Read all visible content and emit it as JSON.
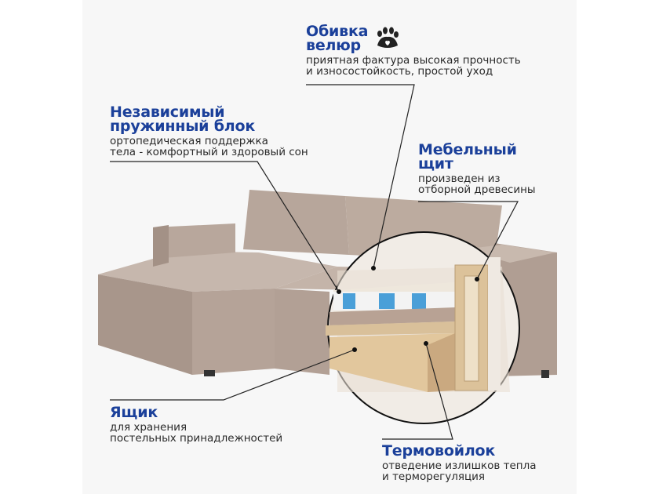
{
  "callouts": {
    "upholstery": {
      "title_1": "Обивка",
      "title_2": "велюр",
      "desc_1": "приятная фактура высокая прочность",
      "desc_2": "и износостойкость, простой уход",
      "icon": "paw-icon"
    },
    "springs": {
      "title_1": "Независимый",
      "title_2": "пружинный блок",
      "desc_1": "ортопедическая поддержка",
      "desc_2": "тела - комфортный и здоровый сон"
    },
    "board": {
      "title_1": "Мебельный",
      "title_2": "щит",
      "desc_1": "произведен из",
      "desc_2": "отборной древесины"
    },
    "drawer": {
      "title_1": "Ящик",
      "desc_1": "для хранения",
      "desc_2": "постельных принадлежностей"
    },
    "felt": {
      "title_1": "Термовойлок",
      "desc_1": "отведение излишков тепла",
      "desc_2": "и терморегуляция"
    }
  },
  "colors": {
    "heading": "#1b409a",
    "fabric": "#b9a89e",
    "wood": "#dcc29a",
    "spring": "#4a9fd8"
  }
}
